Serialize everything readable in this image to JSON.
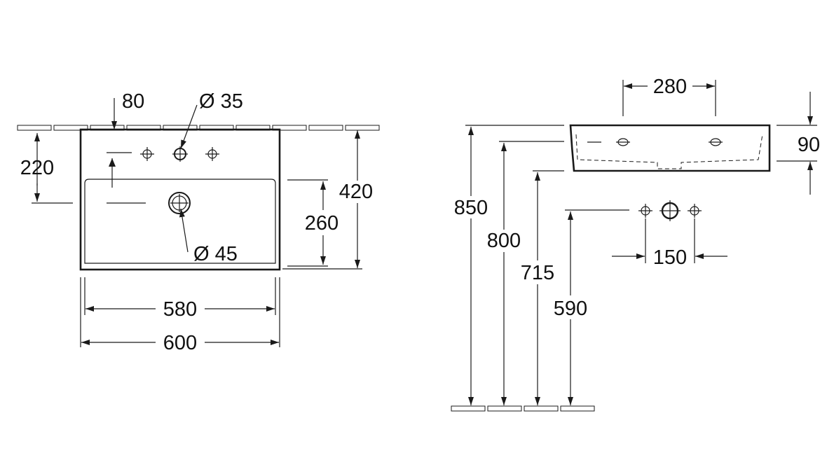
{
  "dimensions": {
    "front_view": {
      "faucet_offset": "80",
      "faucet_hole_diameter": "Ø 35",
      "faucet_height": "220",
      "total_depth": "420",
      "bowl_depth": "260",
      "drain_diameter": "Ø 45",
      "inner_width": "580",
      "overall_width": "600"
    },
    "side_view": {
      "hole_spacing_top": "280",
      "basin_height": "90",
      "height_to_rim": "850",
      "height_800": "800",
      "height_715": "715",
      "height_590": "590",
      "hole_spacing_bottom": "150"
    }
  },
  "colors": {
    "line": "#1a1a1a",
    "background": "#ffffff"
  }
}
